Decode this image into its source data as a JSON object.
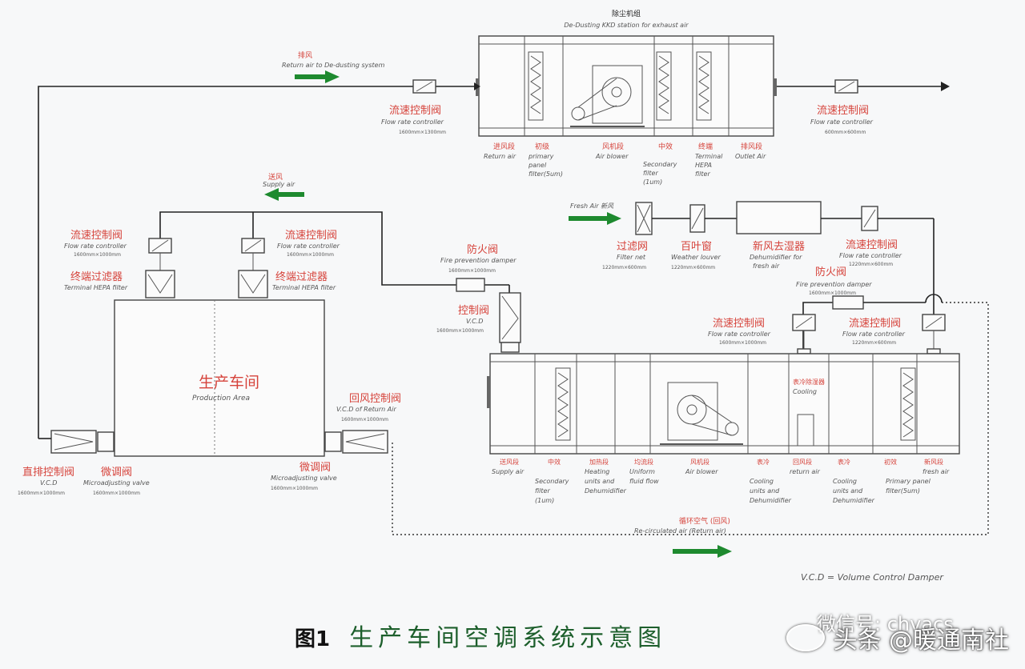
{
  "exhaust_unit": {
    "title_cn": "除尘机组",
    "title_en": "De-Dusting KKD station for exhaust air",
    "return_cn": "排风",
    "return_en": "Return air to De-dusting system",
    "left_vcd_cn": "流速控制阀",
    "left_vcd_en": "Flow rate controller",
    "left_vcd_size": "1600mm×1300mm",
    "right_vcd_cn": "流速控制阀",
    "right_vcd_en": "Flow rate controller",
    "right_vcd_size": "600mm×600mm",
    "sections": [
      {
        "cn": "进风段",
        "en": "Return air"
      },
      {
        "cn": "初级",
        "en": "primary panel filter(5um)"
      },
      {
        "cn": "风机段",
        "en": "Air blower"
      },
      {
        "cn": "中效",
        "en": "Secondary filter (1um)"
      },
      {
        "cn": "终端",
        "en": "Terminal HEPA filter"
      },
      {
        "cn": "排风段",
        "en": "Outlet Air"
      }
    ]
  },
  "supply": {
    "supply_cn": "送风",
    "supply_en": "Supply air",
    "vcd_left_cn": "流速控制阀",
    "vcd_left_en": "Flow rate controller",
    "vcd_left_size": "1600mm×1000mm",
    "vcd_right_cn": "流速控制阀",
    "vcd_right_en": "Flow rate controller",
    "vcd_right_size": "1600mm×1000mm",
    "hepa_left_cn": "终端过滤器",
    "hepa_left_en": "Terminal HEPA filter",
    "hepa_right_cn": "终端过滤器",
    "hepa_right_en": "Terminal HEPA filter",
    "fire_cn": "防火阀",
    "fire_en": "Fire prevention damper",
    "fire_size": "1600mm×1000mm",
    "ctrl_cn": "控制阀",
    "ctrl_en": "V.C.D",
    "ctrl_size": "1600mm×1000mm"
  },
  "room": {
    "cn": "生产车间",
    "en": "Production Area",
    "exhaust_vcd_cn": "直排控制阀",
    "exhaust_vcd_en": "V.C.D",
    "exhaust_vcd_size": "1600mm×1000mm",
    "micro_left_cn": "微调阀",
    "micro_left_en": "Microadjusting valve",
    "micro_left_size": "1600mm×1000mm",
    "micro_right_cn": "微调阀",
    "micro_right_en": "Microadjusting valve",
    "micro_right_size": "1600mm×1000mm",
    "return_vcd_cn": "回风控制阀",
    "return_vcd_en": "V.C.D of Return Air",
    "return_vcd_size": "1600mm×1000mm"
  },
  "fresh": {
    "label": "Fresh Air 新风",
    "filter_cn": "过滤网",
    "filter_en": "Filter net",
    "filter_size": "1220mm×600mm",
    "louver_cn": "百叶窗",
    "louver_en": "Weather louver",
    "louver_size": "1220mm×600mm",
    "dehum_cn": "新风去湿器",
    "dehum_en": "Dehumidifier for fresh air",
    "vcd_cn": "流速控制阀",
    "vcd_en": "Flow rate controller",
    "vcd_size": "1220mm×600mm",
    "fire_cn": "防火阀",
    "fire_en": "Fire prevention damper",
    "fire_size": "1600mm×1000mm",
    "vcd2_cn": "流速控制阀",
    "vcd2_en": "Flow rate controller",
    "vcd2_size": "1600mm×1000mm",
    "vcd3_cn": "流速控制阀",
    "vcd3_en": "Flow rate controller",
    "vcd3_size": "1220mm×600mm"
  },
  "ahu": {
    "cooling_cn": "表冷除湿器",
    "cooling_en": "Cooling",
    "sections": [
      {
        "cn": "送风段",
        "en": "Supply air"
      },
      {
        "cn": "中效",
        "en": "Secondary filter (1um)"
      },
      {
        "cn": "加热段",
        "en": "Heating units and Dehumidifier"
      },
      {
        "cn": "均流段",
        "en": "Uniform fluid flow"
      },
      {
        "cn": "风机段",
        "en": "Air blower"
      },
      {
        "cn": "表冷",
        "en": "Cooling units and Dehumidifier"
      },
      {
        "cn": "回风段",
        "en": "return air"
      },
      {
        "cn": "表冷",
        "en": "Cooling units and Dehumidifier"
      },
      {
        "cn": "初效",
        "en": "Primary panel filter(5um)"
      },
      {
        "cn": "新风段",
        "en": "fresh air"
      }
    ],
    "recirc_cn": "循环空气 (回风)",
    "recirc_en": "Re-circulated air (Return air)"
  },
  "legend": "V.C.D = Volume Control Damper",
  "figure": {
    "label": "图1",
    "title": "生产车间空调系统示意图"
  },
  "watermark": {
    "wechat": "微信号: chvacs",
    "brand": "头条 @暖通南社"
  },
  "colors": {
    "label_red": "#d6433b",
    "arrow_green": "#1e8a2f",
    "title_green": "#1d5f2c"
  }
}
